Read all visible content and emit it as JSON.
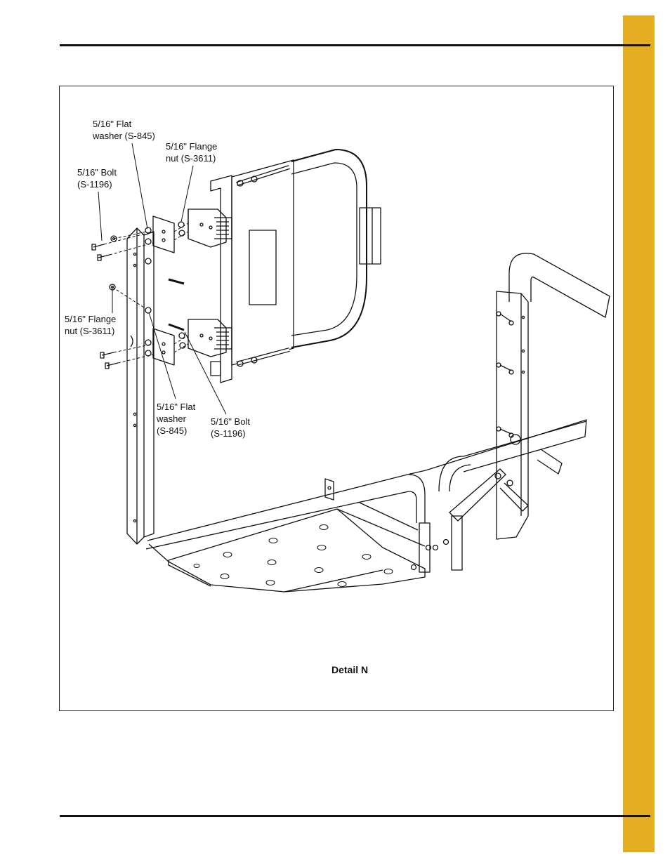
{
  "colors": {
    "accent_tab": "#e5ae22",
    "line": "#111111"
  },
  "callouts": {
    "flat_washer_top": [
      "5/16\" Flat",
      "washer (S-845)"
    ],
    "flange_nut_top": [
      "5/16\" Flange",
      "nut (S-3611)"
    ],
    "bolt_top": [
      "5/16\" Bolt",
      "(S-1196)"
    ],
    "flange_nut_left": [
      "5/16\" Flange",
      "nut (S-3611)"
    ],
    "flat_washer_bottom": [
      "5/16\" Flat",
      "washer",
      "(S-845)"
    ],
    "bolt_bottom": [
      "5/16\" Bolt",
      "(S-1196)"
    ]
  },
  "caption": "Detail N"
}
